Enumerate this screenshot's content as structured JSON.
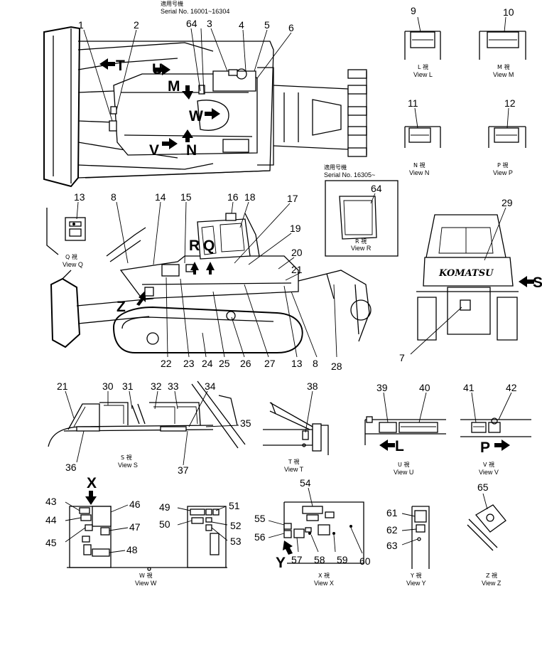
{
  "serial_notes": {
    "top": {
      "line1": "適用号機",
      "line2": "Serial No. 16001~16304"
    },
    "mid": {
      "line1": "適用号機",
      "line2": "Serial No. 16305~"
    }
  },
  "views": {
    "L": {
      "cn": "L 視",
      "en": "View L"
    },
    "M": {
      "cn": "M 視",
      "en": "View M"
    },
    "N": {
      "cn": "N 視",
      "en": "View N"
    },
    "P": {
      "cn": "P 視",
      "en": "View P"
    },
    "R": {
      "cn": "R 視",
      "en": "View R"
    },
    "Q": {
      "cn": "Q 視",
      "en": "View Q"
    },
    "S": {
      "cn": "S 視",
      "en": "View S"
    },
    "T": {
      "cn": "T 視",
      "en": "View T"
    },
    "U": {
      "cn": "U 視",
      "en": "View U"
    },
    "V": {
      "cn": "V 視",
      "en": "View V"
    },
    "W": {
      "cn": "W 視",
      "en": "View W"
    },
    "X": {
      "cn": "X 視",
      "en": "View X"
    },
    "Y": {
      "cn": "Y 視",
      "en": "View Y"
    },
    "Z": {
      "cn": "Z 視",
      "en": "View Z"
    }
  },
  "view_letters": {
    "T": "T",
    "U": "U",
    "M": "M",
    "W": "W",
    "V": "V",
    "N": "N",
    "R": "R",
    "Q": "Q",
    "Z": "Z",
    "S": "S",
    "X": "X",
    "Y": "Y",
    "L": "L",
    "P": "P"
  },
  "brand": "KOMATSU",
  "callouts": {
    "c1": "1",
    "c2": "2",
    "c3": "3",
    "c4": "4",
    "c5": "5",
    "c6": "6",
    "c7": "7",
    "c8a": "8",
    "c8b": "8",
    "c9": "9",
    "c10": "10",
    "c11": "11",
    "c12": "12",
    "c13a": "13",
    "c13b": "13",
    "c14": "14",
    "c15": "15",
    "c16": "16",
    "c17": "17",
    "c18": "18",
    "c19": "19",
    "c20": "20",
    "c21a": "21",
    "c21b": "21",
    "c22": "22",
    "c23": "23",
    "c24": "24",
    "c25": "25",
    "c26": "26",
    "c27": "27",
    "c28": "28",
    "c29": "29",
    "c30": "30",
    "c31": "31",
    "c32": "32",
    "c33": "33",
    "c34": "34",
    "c35": "35",
    "c36": "36",
    "c37": "37",
    "c38": "38",
    "c39": "39",
    "c40": "40",
    "c41": "41",
    "c42": "42",
    "c43": "43",
    "c44": "44",
    "c45": "45",
    "c46": "46",
    "c47": "47",
    "c48": "48",
    "c49": "49",
    "c50": "50",
    "c51": "51",
    "c52": "52",
    "c53": "53",
    "c54": "54",
    "c55": "55",
    "c56": "56",
    "c57": "57",
    "c58": "58",
    "c59": "59",
    "c60": "60",
    "c61": "61",
    "c62": "62",
    "c63": "63",
    "c64a": "64",
    "c64b": "64",
    "c65": "65"
  }
}
